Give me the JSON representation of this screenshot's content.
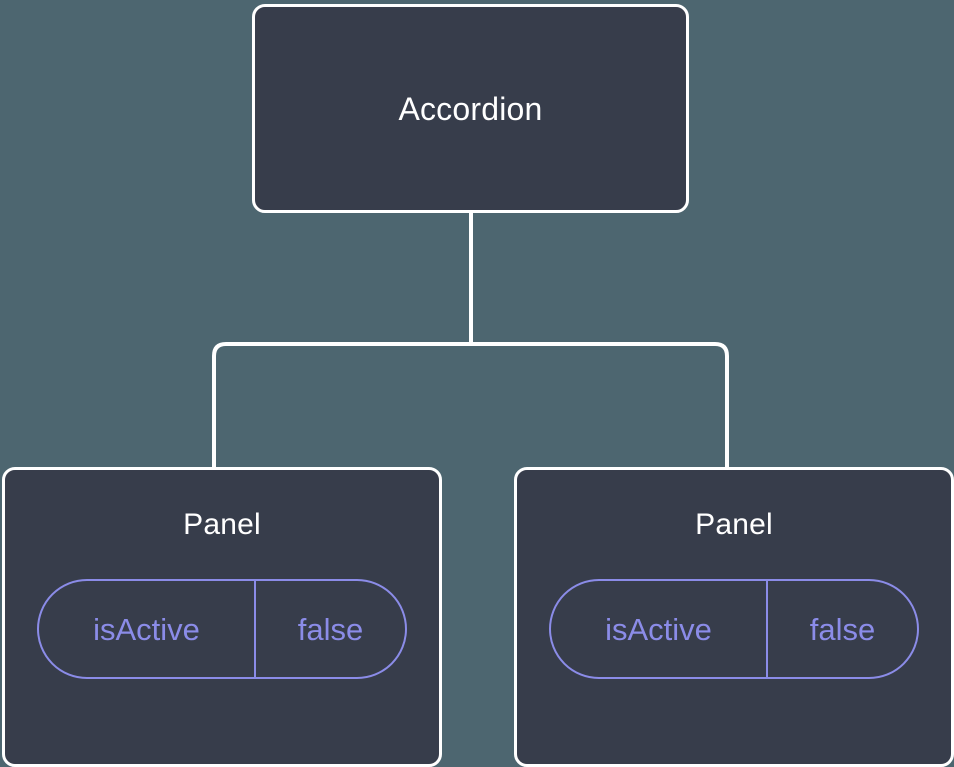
{
  "diagram": {
    "type": "component-tree",
    "background_color": "#4d6670",
    "node_fill_color": "#373d4b",
    "node_border_color": "#ffffff",
    "edge_color": "#ffffff",
    "accent_color": "#8b8ce8",
    "root": {
      "title": "Accordion"
    },
    "children": [
      {
        "title": "Panel",
        "state": {
          "key": "isActive",
          "value": "false"
        }
      },
      {
        "title": "Panel",
        "state": {
          "key": "isActive",
          "value": "false"
        }
      }
    ]
  }
}
